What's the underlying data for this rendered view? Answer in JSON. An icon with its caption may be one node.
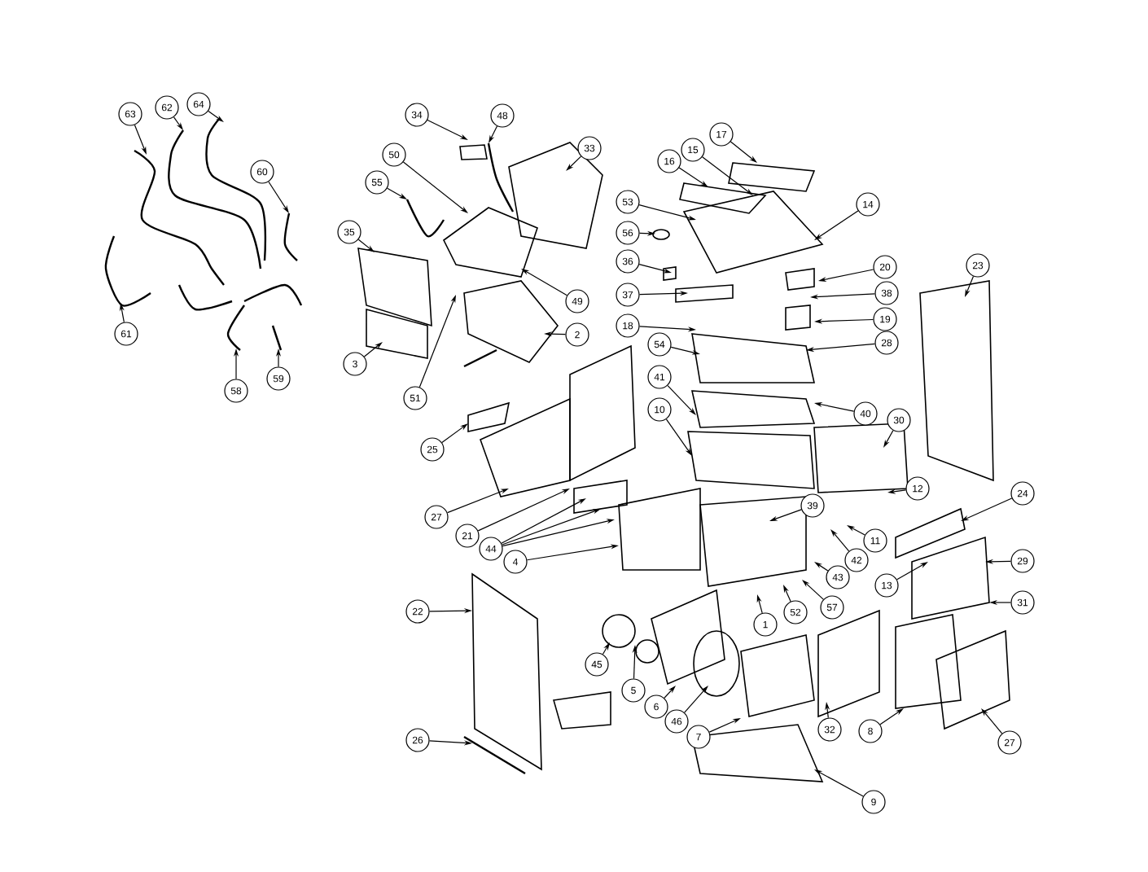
{
  "diagram": {
    "nodes": [
      {
        "text": [
          "63"
        ]
      },
      {
        "text": [
          "62"
        ]
      },
      {
        "text": [
          "64"
        ]
      },
      {
        "text": [
          "60"
        ]
      },
      {
        "text": [
          "61"
        ]
      },
      {
        "text": [
          "58"
        ]
      },
      {
        "text": [
          "59"
        ]
      },
      {
        "text": [
          "34"
        ]
      },
      {
        "text": [
          "48"
        ]
      },
      {
        "text": [
          "33"
        ]
      },
      {
        "text": [
          "50"
        ]
      },
      {
        "text": [
          "55"
        ]
      },
      {
        "text": [
          "35"
        ]
      },
      {
        "text": [
          "49"
        ]
      },
      {
        "text": [
          "2"
        ]
      },
      {
        "text": [
          "3"
        ]
      },
      {
        "text": [
          "51"
        ]
      },
      {
        "text": [
          "17"
        ]
      },
      {
        "text": [
          "16"
        ]
      },
      {
        "text": [
          "15"
        ]
      },
      {
        "text": [
          "53"
        ]
      },
      {
        "text": [
          "56"
        ]
      },
      {
        "text": [
          "14"
        ]
      },
      {
        "text": [
          "36"
        ]
      },
      {
        "text": [
          "37"
        ]
      },
      {
        "text": [
          "20"
        ]
      },
      {
        "text": [
          "38"
        ]
      },
      {
        "text": [
          "19"
        ]
      },
      {
        "text": [
          "23"
        ]
      },
      {
        "text": [
          "18"
        ]
      },
      {
        "text": [
          "28"
        ]
      },
      {
        "text": [
          "54"
        ]
      },
      {
        "text": [
          "41"
        ]
      },
      {
        "text": [
          "40"
        ]
      },
      {
        "text": [
          "10"
        ]
      },
      {
        "text": [
          "30"
        ]
      },
      {
        "text": [
          "25"
        ]
      },
      {
        "text": [
          "27"
        ]
      },
      {
        "text": [
          "21"
        ]
      },
      {
        "text": [
          "44"
        ]
      },
      {
        "text": [
          "4"
        ]
      },
      {
        "text": [
          "12"
        ]
      },
      {
        "text": [
          "24"
        ]
      },
      {
        "text": [
          "39"
        ]
      },
      {
        "text": [
          "11"
        ]
      },
      {
        "text": [
          "42"
        ]
      },
      {
        "text": [
          "29"
        ]
      },
      {
        "text": [
          "13"
        ]
      },
      {
        "text": [
          "43"
        ]
      },
      {
        "text": [
          "57"
        ]
      },
      {
        "text": [
          "52"
        ]
      },
      {
        "text": [
          "1"
        ]
      },
      {
        "text": [
          "31"
        ]
      },
      {
        "text": [
          "22"
        ]
      },
      {
        "text": [
          "45"
        ]
      },
      {
        "text": [
          "5"
        ]
      },
      {
        "text": [
          "6"
        ]
      },
      {
        "text": [
          "46"
        ]
      },
      {
        "text": [
          "7"
        ]
      },
      {
        "text": [
          "32"
        ]
      },
      {
        "text": [
          "8"
        ]
      },
      {
        "text": [
          "27"
        ]
      },
      {
        "text": [
          "26"
        ]
      },
      {
        "text": [
          "9"
        ]
      }
    ],
    "edges": [
      {
        "from": 0,
        "to": null,
        "arrow": "to"
      },
      {
        "from": 1,
        "to": null,
        "arrow": "to"
      },
      {
        "from": 2,
        "to": null,
        "arrow": "to"
      },
      {
        "from": 3,
        "to": null,
        "arrow": "to"
      },
      {
        "from": 4,
        "to": null,
        "arrow": "to"
      },
      {
        "from": 5,
        "to": null,
        "arrow": "to"
      },
      {
        "from": 6,
        "to": null,
        "arrow": "to"
      },
      {
        "from": 7,
        "to": null,
        "arrow": "to"
      },
      {
        "from": 8,
        "to": null,
        "arrow": "to"
      },
      {
        "from": 9,
        "to": null,
        "arrow": "to"
      },
      {
        "from": 10,
        "to": null,
        "arrow": "to"
      },
      {
        "from": 11,
        "to": null,
        "arrow": "to"
      },
      {
        "from": 12,
        "to": null,
        "arrow": "to"
      },
      {
        "from": 13,
        "to": null,
        "arrow": "to"
      },
      {
        "from": 14,
        "to": null,
        "arrow": "to"
      },
      {
        "from": 15,
        "to": null,
        "arrow": "to"
      },
      {
        "from": 16,
        "to": null,
        "arrow": "to"
      },
      {
        "from": 17,
        "to": null,
        "arrow": "to"
      },
      {
        "from": 18,
        "to": null,
        "arrow": "to"
      },
      {
        "from": 19,
        "to": null,
        "arrow": "to"
      },
      {
        "from": 20,
        "to": null,
        "arrow": "to"
      },
      {
        "from": 21,
        "to": null,
        "arrow": "to"
      },
      {
        "from": 22,
        "to": null,
        "arrow": "to"
      },
      {
        "from": 23,
        "to": null,
        "arrow": "to"
      },
      {
        "from": 24,
        "to": null,
        "arrow": "to"
      },
      {
        "from": 25,
        "to": null,
        "arrow": "to"
      },
      {
        "from": 26,
        "to": null,
        "arrow": "to"
      },
      {
        "from": 27,
        "to": null,
        "arrow": "to"
      },
      {
        "from": 28,
        "to": null,
        "arrow": "to"
      },
      {
        "from": 29,
        "to": null,
        "arrow": "to"
      },
      {
        "from": 30,
        "to": null,
        "arrow": "to"
      },
      {
        "from": 31,
        "to": null,
        "arrow": "to"
      },
      {
        "from": 32,
        "to": null,
        "arrow": "to"
      },
      {
        "from": 33,
        "to": null,
        "arrow": "to"
      },
      {
        "from": 34,
        "to": null,
        "arrow": "to"
      },
      {
        "from": 35,
        "to": null,
        "arrow": "to"
      },
      {
        "from": 36,
        "to": null,
        "arrow": "to"
      },
      {
        "from": 37,
        "to": null,
        "arrow": "to"
      },
      {
        "from": 38,
        "to": null,
        "arrow": "to"
      },
      {
        "from": 39,
        "to": null,
        "arrow": "to"
      },
      {
        "from": 39,
        "to": null,
        "arrow": "to"
      },
      {
        "from": 39,
        "to": null,
        "arrow": "to"
      },
      {
        "from": 40,
        "to": null,
        "arrow": "to"
      },
      {
        "from": 41,
        "to": null,
        "arrow": "to"
      },
      {
        "from": 42,
        "to": null,
        "arrow": "to"
      },
      {
        "from": 43,
        "to": null,
        "arrow": "to"
      },
      {
        "from": 44,
        "to": null,
        "arrow": "to"
      },
      {
        "from": 45,
        "to": null,
        "arrow": "to"
      },
      {
        "from": 46,
        "to": null,
        "arrow": "to"
      },
      {
        "from": 47,
        "to": null,
        "arrow": "to"
      },
      {
        "from": 48,
        "to": null,
        "arrow": "to"
      },
      {
        "from": 49,
        "to": null,
        "arrow": "to"
      },
      {
        "from": 50,
        "to": null,
        "arrow": "to"
      },
      {
        "from": 51,
        "to": null,
        "arrow": "to"
      },
      {
        "from": 52,
        "to": null,
        "arrow": "to"
      },
      {
        "from": 53,
        "to": null,
        "arrow": "to"
      },
      {
        "from": 54,
        "to": null,
        "arrow": "to"
      },
      {
        "from": 55,
        "to": null,
        "arrow": "to"
      },
      {
        "from": 56,
        "to": null,
        "arrow": "to"
      },
      {
        "from": 57,
        "to": null,
        "arrow": "to"
      },
      {
        "from": 58,
        "to": null,
        "arrow": "to"
      },
      {
        "from": 59,
        "to": null,
        "arrow": "to"
      },
      {
        "from": 60,
        "to": null,
        "arrow": "to"
      },
      {
        "from": 61,
        "to": null,
        "arrow": "to"
      },
      {
        "from": 62,
        "to": null,
        "arrow": "to"
      },
      {
        "from": 63,
        "to": null,
        "arrow": "to"
      }
    ]
  }
}
